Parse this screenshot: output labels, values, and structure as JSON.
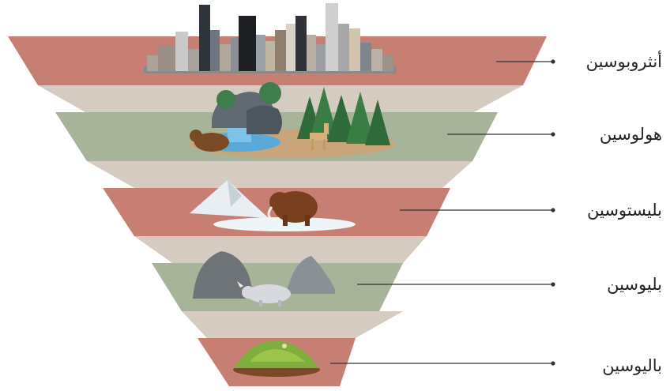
{
  "epochs": [
    {
      "label": "أنثروبوسين",
      "illustration": "city-skyline",
      "band_color": "#c77f73"
    },
    {
      "label": "هولوسين",
      "illustration": "forest-waterfall-bear-deer",
      "band_color": "#a8b49a"
    },
    {
      "label": "بليستوسين",
      "illustration": "glacier-mammoth",
      "band_color": "#c77f73"
    },
    {
      "label": "بليوسين",
      "illustration": "rocks-rhinoceros",
      "band_color": "#a8b49a"
    },
    {
      "label": "باليوسين",
      "illustration": "grassy-island",
      "band_color": "#c77f73"
    }
  ],
  "colors": {
    "connector": "#d6cbc1",
    "leader_line": "#333333",
    "background": "#ffffff"
  }
}
